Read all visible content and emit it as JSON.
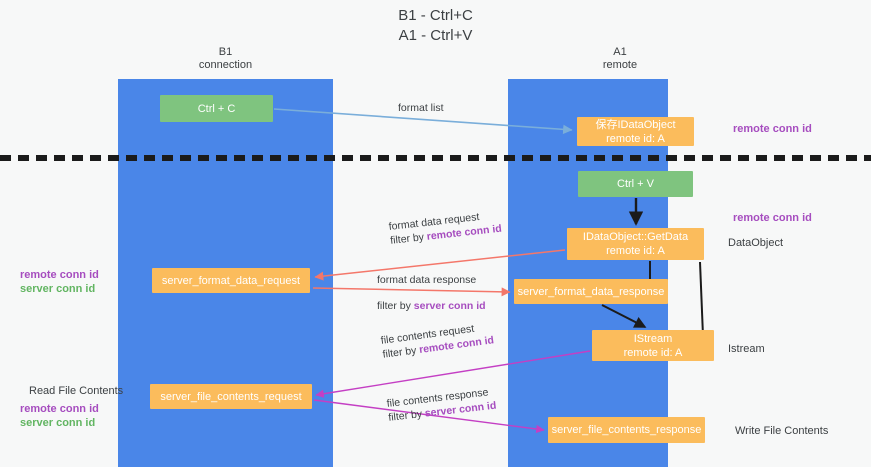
{
  "title": {
    "line1": "B1 - Ctrl+C",
    "line2": "A1 - Ctrl+V"
  },
  "lanes": [
    {
      "id": "b1",
      "name": "B1",
      "sub": "connection",
      "color": "#4a86e8"
    },
    {
      "id": "a1",
      "name": "A1",
      "sub": "remote",
      "color": "#4a86e8"
    }
  ],
  "nodes": {
    "ctrl_c": {
      "label": "Ctrl + C",
      "sub": "",
      "color": "#7fc47f"
    },
    "save_idataobject": {
      "label": "保存IDataObject",
      "sub": "remote id: A",
      "color": "#fbbc5c"
    },
    "ctrl_v": {
      "label": "Ctrl + V",
      "sub": "",
      "color": "#7fc47f"
    },
    "getdata": {
      "label": "IDataObject::GetData",
      "sub": "remote id: A",
      "color": "#fbbc5c"
    },
    "server_format_data_request": {
      "label": "server_format_data_request",
      "sub": "",
      "color": "#fbbc5c"
    },
    "server_format_data_response": {
      "label": "server_format_data_response",
      "sub": "",
      "color": "#fbbc5c"
    },
    "istream": {
      "label": "IStream",
      "sub": "remote id: A",
      "color": "#fbbc5c"
    },
    "server_file_contents_request": {
      "label": "server_file_contents_request",
      "sub": "",
      "color": "#fbbc5c"
    },
    "server_file_contents_response": {
      "label": "server_file_contents_response",
      "sub": "",
      "color": "#fbbc5c"
    }
  },
  "edges": {
    "format_list": {
      "line1": "format list",
      "line2_prefix": "",
      "line2_key": ""
    },
    "format_data_request": {
      "line1": "format data request",
      "line2_prefix": "filter by ",
      "line2_key": "remote conn id"
    },
    "format_data_response": {
      "line1": "format data response",
      "line2_prefix": "filter by ",
      "line2_key": "server conn id"
    },
    "file_contents_request": {
      "line1": "file contents request",
      "line2_prefix": "filter by ",
      "line2_key": "remote conn id"
    },
    "file_contents_response": {
      "line1": "file contents response",
      "line2_prefix": "filter by ",
      "line2_key": "server conn id"
    }
  },
  "annotations": {
    "remote_conn_id_top": "remote conn id",
    "remote_conn_id_mid": "remote conn id",
    "dataobject": "DataObject",
    "istream": "Istream",
    "write_file_contents": "Write File Contents",
    "read_file_contents": "Read File Contents",
    "left_remote_conn_id_1": "remote conn id",
    "left_server_conn_id_1": "server conn id",
    "left_remote_conn_id_2": "remote conn id",
    "left_server_conn_id_2": "server conn id"
  },
  "colors": {
    "lane": "#4a86e8",
    "node_green": "#7fc47f",
    "node_orange": "#fbbc5c",
    "accent_purple": "#a64dbf",
    "accent_green": "#62b562",
    "arrow_blue": "#7aaeda",
    "arrow_red": "#f4776a",
    "arrow_magenta": "#c43fc4",
    "arrow_black": "#1b1b1b",
    "background": "#f7f8f8"
  }
}
